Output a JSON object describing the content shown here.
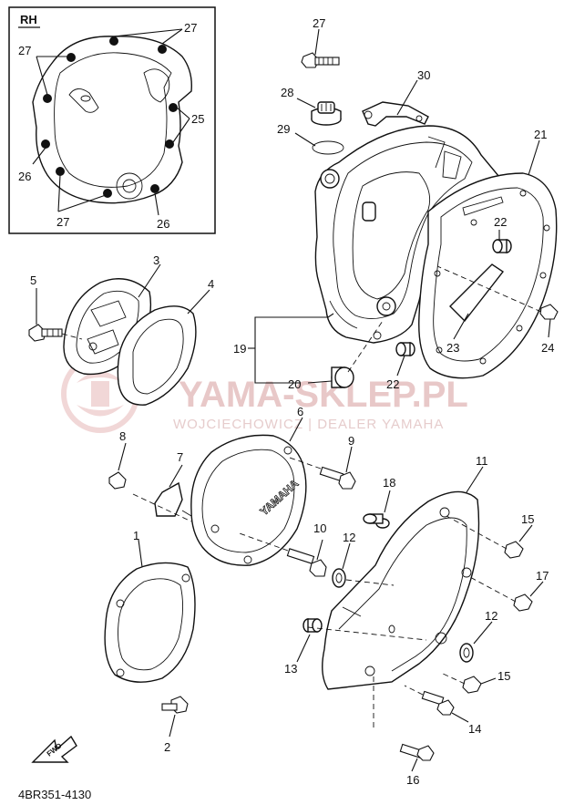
{
  "inset": {
    "label": "RH"
  },
  "watermark": {
    "brand": "YAMA-SKLEP.PL",
    "tagline": "WOJCIECHOWICZ | DEALER YAMAHA"
  },
  "cover_logo": "YAMAHA",
  "fwd_label": "FWD",
  "diagram_code": "4BR351-4130",
  "labels": {
    "p1": "1",
    "p2": "2",
    "p3": "3",
    "p4": "4",
    "p5": "5",
    "p6": "6",
    "p7": "7",
    "p8": "8",
    "p9": "9",
    "p10": "10",
    "p11": "11",
    "p12a": "12",
    "p12b": "12",
    "p13": "13",
    "p14": "14",
    "p15a": "15",
    "p15b": "15",
    "p16": "16",
    "p17": "17",
    "p18": "18",
    "p19": "19",
    "p20": "20",
    "p21": "21",
    "p22a": "22",
    "p22b": "22",
    "p23": "23",
    "p24": "24",
    "p27": "27",
    "p28": "28",
    "p29": "29",
    "p30": "30",
    "rh25": "25",
    "rh26a": "26",
    "rh26b": "26",
    "rh27a": "27",
    "rh27b": "27",
    "rh27c": "27"
  }
}
